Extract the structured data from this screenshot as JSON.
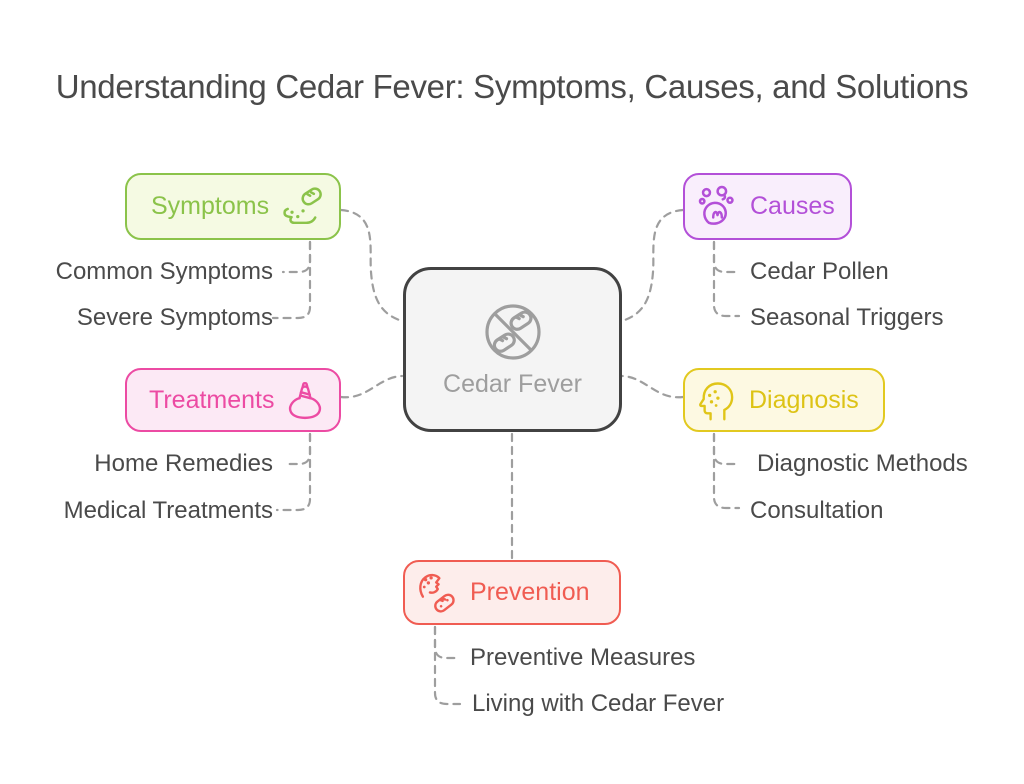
{
  "title": "Understanding Cedar Fever: Symptoms, Causes, and Solutions",
  "center": {
    "label": "Cedar Fever",
    "icon": "no-allergen-icon",
    "border_color": "#424242",
    "bg_color": "#f4f4f4",
    "text_color": "#9e9e9e"
  },
  "branches": {
    "symptoms": {
      "label": "Symptoms",
      "icon": "sneeze-allergen-icon",
      "color": "#8bc34a",
      "bg_color": "#f5fae3",
      "children": [
        "Common Symptoms",
        "Severe Symptoms"
      ]
    },
    "causes": {
      "label": "Causes",
      "icon": "pollen-particles-icon",
      "color": "#b350d8",
      "bg_color": "#f9eefc",
      "children": [
        "Cedar Pollen",
        "Seasonal Triggers"
      ]
    },
    "treatments": {
      "label": "Treatments",
      "icon": "herbal-compress-icon",
      "color": "#ec4ba3",
      "bg_color": "#fce9f5",
      "children": [
        "Home Remedies",
        "Medical Treatments"
      ]
    },
    "diagnosis": {
      "label": "Diagnosis",
      "icon": "face-allergy-icon",
      "color": "#ddc315",
      "bg_color": "#fdf9e2",
      "children": [
        "Diagnostic Methods",
        "Consultation"
      ]
    },
    "prevention": {
      "label": "Prevention",
      "icon": "avoid-allergen-icon",
      "color": "#f05c52",
      "bg_color": "#fdedeb",
      "children": [
        "Preventive Measures",
        "Living with Cedar Fever"
      ]
    }
  },
  "palette": {
    "connector": "#9e9e9e",
    "leaf_text": "#4a4a4a",
    "title_text": "#4a4a4a"
  }
}
